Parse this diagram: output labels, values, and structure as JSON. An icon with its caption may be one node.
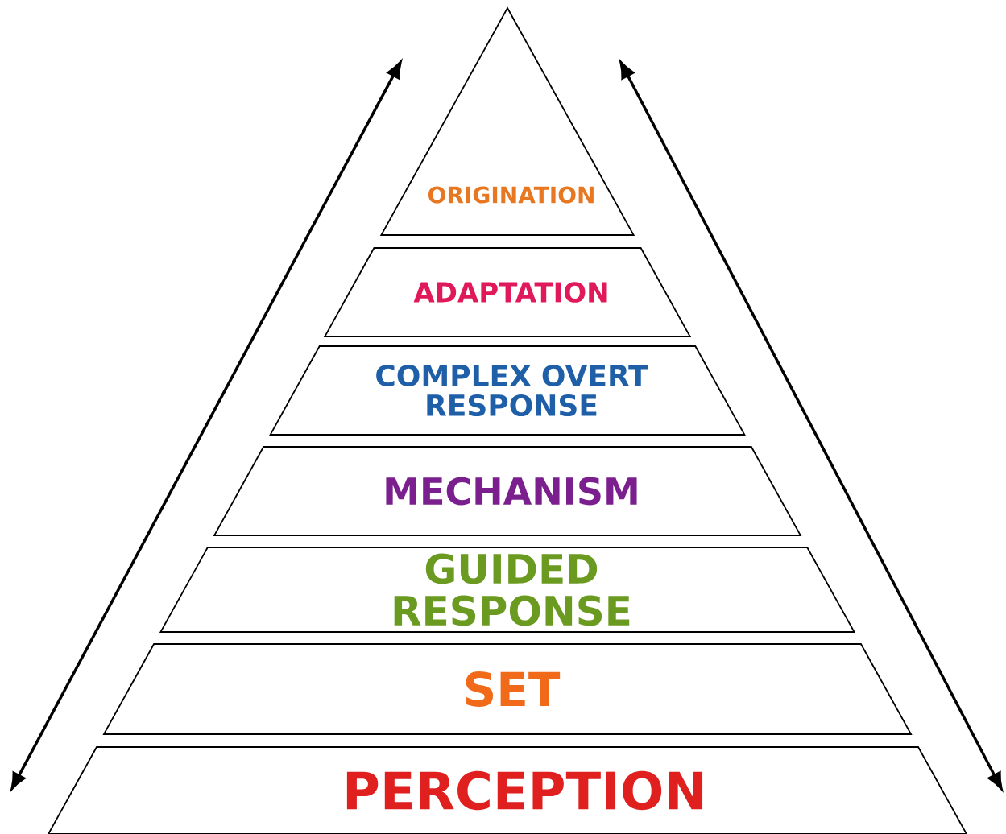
{
  "diagram": {
    "nodes": [
      {
        "text": [
          "ORIGINATION"
        ]
      },
      {
        "text": [
          "ADAPTATION"
        ]
      },
      {
        "text": [
          "COMPLEX OVERT RESPONSE"
        ]
      },
      {
        "text": [
          "MECHANISM"
        ]
      },
      {
        "text": [
          "GUIDED RESPONSE"
        ]
      },
      {
        "text": [
          "SET"
        ]
      },
      {
        "text": [
          "PERCEPTION"
        ]
      }
    ]
  }
}
